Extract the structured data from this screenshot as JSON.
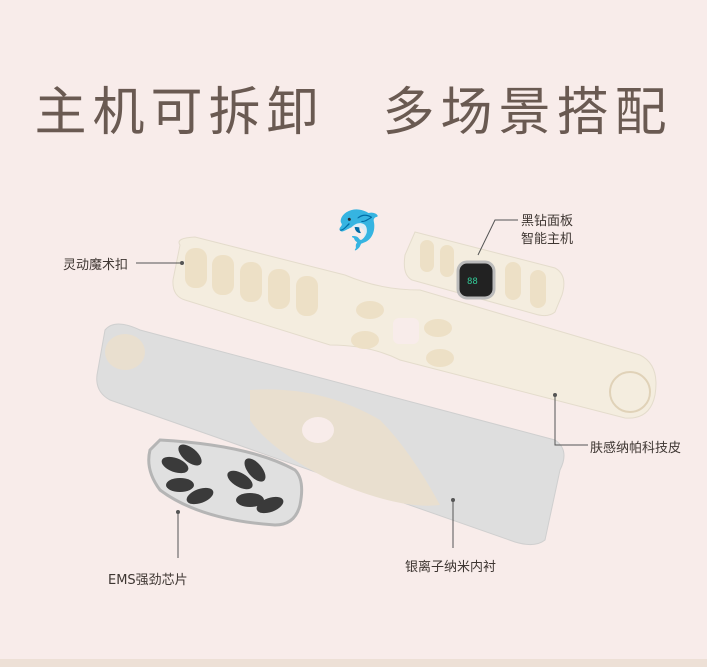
{
  "title": "主机可拆卸　多场景搭配",
  "labels": {
    "magic_buckle": "灵动魔术扣",
    "host_line1": "黑钻面板",
    "host_line2": "智能主机",
    "leather": "肤感纳帕科技皮",
    "ems_chip": "EMS强劲芯片",
    "silver_lining": "银离子纳米内衬"
  },
  "icons": {
    "dolphin": "dolphin-emoji"
  },
  "colors": {
    "background": "#f8ecea",
    "strap": "#f4eddf",
    "liner": "#dcdcdc",
    "title": "#6a5a52"
  }
}
